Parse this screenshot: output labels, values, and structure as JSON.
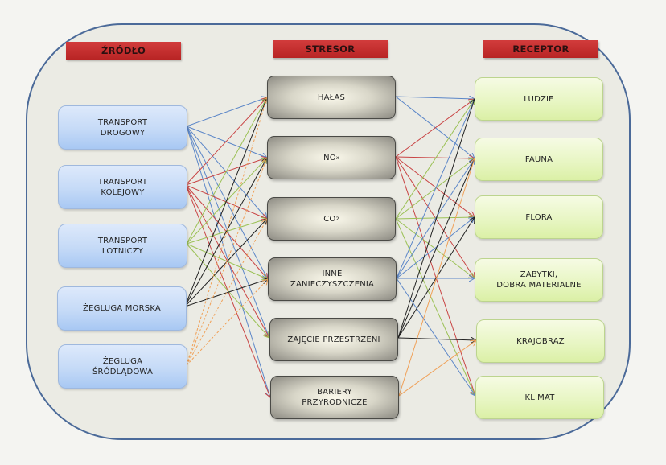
{
  "headers": {
    "source": "ŹRÓDŁO",
    "stressor": "STRESOR",
    "receptor": "RECEPTOR"
  },
  "sources": [
    {
      "id": "transport-drogowy",
      "label": "TRANSPORT\nDROGOWY",
      "color": "#5b86c8",
      "dashed": false
    },
    {
      "id": "transport-kolejowy",
      "label": "TRANSPORT\nKOLEJOWY",
      "color": "#c94444",
      "dashed": false
    },
    {
      "id": "transport-lotniczy",
      "label": "TRANSPORT\nLOTNICZY",
      "color": "#9bc155",
      "dashed": false
    },
    {
      "id": "zegluga-morska",
      "label": "ŻEGLUGA MORSKA",
      "color": "#222222",
      "dashed": false
    },
    {
      "id": "zegluga-srodladowa",
      "label": "ŻEGLUGA\nŚRÓDLĄDOWA",
      "color": "#f0a057",
      "dashed": true
    }
  ],
  "stressors": [
    {
      "id": "halas",
      "label": "HAŁAS",
      "color": "#5b86c8"
    },
    {
      "id": "nox",
      "label": "NO",
      "sub": "x",
      "color": "#c94444"
    },
    {
      "id": "co2",
      "label": "CO",
      "sub": "2",
      "color": "#9bc155"
    },
    {
      "id": "inne",
      "label": "INNE\nZANIECZYSZCZENIA",
      "color": "#5b86c8"
    },
    {
      "id": "zajecie",
      "label": "ZAJĘCIE PRZESTRZENI",
      "color": "#222222"
    },
    {
      "id": "bariery",
      "label": "BARIERY\nPRZYRODNICZE",
      "color": "#f0a057"
    }
  ],
  "receptors": [
    {
      "id": "ludzie",
      "label": "LUDZIE"
    },
    {
      "id": "fauna",
      "label": "FAUNA"
    },
    {
      "id": "flora",
      "label": "FLORA"
    },
    {
      "id": "zabytki",
      "label": "ZABYTKI,\nDOBRA MATERIALNE"
    },
    {
      "id": "krajobraz",
      "label": "KRAJOBRAZ"
    },
    {
      "id": "klimat",
      "label": "KLIMAT"
    }
  ],
  "source_to_stressor": [
    {
      "from": "transport-drogowy",
      "to": [
        "halas",
        "nox",
        "co2",
        "inne",
        "zajecie",
        "bariery"
      ]
    },
    {
      "from": "transport-kolejowy",
      "to": [
        "halas",
        "nox",
        "co2",
        "inne",
        "zajecie",
        "bariery"
      ]
    },
    {
      "from": "transport-lotniczy",
      "to": [
        "halas",
        "nox",
        "co2",
        "inne",
        "zajecie"
      ]
    },
    {
      "from": "zegluga-morska",
      "to": [
        "halas",
        "nox",
        "co2",
        "inne"
      ]
    },
    {
      "from": "zegluga-srodladowa",
      "to": [
        "halas",
        "nox",
        "co2",
        "inne"
      ]
    }
  ],
  "stressor_to_receptor": [
    {
      "from": "halas",
      "to": [
        "ludzie",
        "fauna"
      ]
    },
    {
      "from": "nox",
      "to": [
        "ludzie",
        "fauna",
        "flora",
        "zabytki",
        "klimat"
      ]
    },
    {
      "from": "co2",
      "to": [
        "ludzie",
        "fauna",
        "flora",
        "zabytki",
        "klimat"
      ]
    },
    {
      "from": "inne",
      "to": [
        "ludzie",
        "fauna",
        "flora",
        "zabytki",
        "klimat"
      ]
    },
    {
      "from": "zajecie",
      "to": [
        "ludzie",
        "fauna",
        "flora",
        "krajobraz"
      ]
    },
    {
      "from": "bariery",
      "to": [
        "fauna",
        "krajobraz"
      ]
    }
  ]
}
